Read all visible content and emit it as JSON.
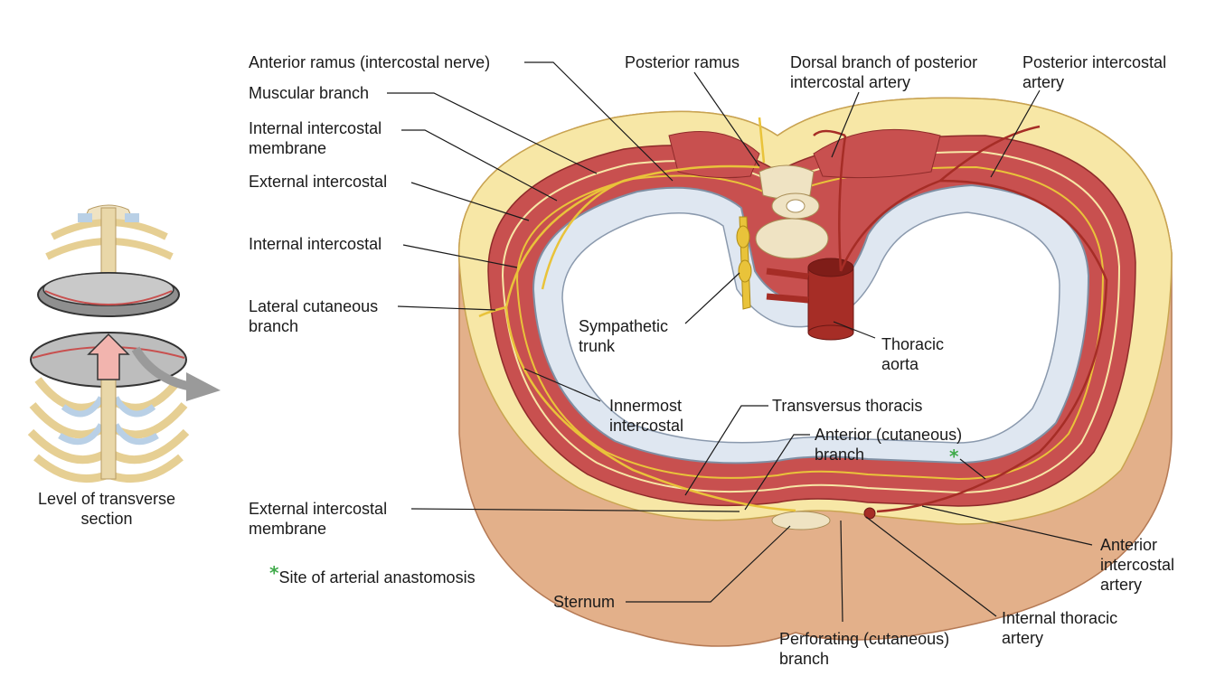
{
  "colors": {
    "fat": "#f7e7a6",
    "skin": "#e8b48c",
    "muscle": "#c8504f",
    "pleura": "#c8d3e0",
    "nerve": "#e9c33a",
    "artery": "#a62d26",
    "bone": "#efe3c3",
    "asterisk": "#3faa4a"
  },
  "inset": {
    "caption": "Level of transverse\nsection",
    "icons": [
      "rib-cage-icon",
      "section-slice-icon",
      "up-arrow-icon",
      "curved-arrow-icon"
    ]
  },
  "labels": {
    "anterior_ramus": "Anterior ramus (intercostal nerve)",
    "muscular_branch": "Muscular branch",
    "internal_intercostal_membrane": "Internal intercostal\nmembrane",
    "external_intercostal": "External intercostal",
    "internal_intercostal": "Internal intercostal",
    "lateral_cutaneous_branch": "Lateral cutaneous\nbranch",
    "posterior_ramus": "Posterior ramus",
    "dorsal_branch": "Dorsal branch of posterior\nintercostal artery",
    "posterior_intercostal_artery": "Posterior intercostal\nartery",
    "sympathetic_trunk": "Sympathetic\ntrunk",
    "thoracic_aorta": "Thoracic\naorta",
    "innermost_intercostal": "Innermost\nintercostal",
    "transversus_thoracis": "Transversus thoracis",
    "anterior_cutaneous_branch": "Anterior (cutaneous)\nbranch",
    "external_intercostal_membrane": "External intercostal\nmembrane",
    "anterior_intercostal_artery": "Anterior\nintercostal\nartery",
    "internal_thoracic_artery": "Internal thoracic\nartery",
    "perforating_branch": "Perforating (cutaneous)\nbranch",
    "sternum": "Sternum"
  },
  "asterisk": "*",
  "footnote": {
    "marker": "*",
    "text": "Site of arterial anastomosis"
  }
}
